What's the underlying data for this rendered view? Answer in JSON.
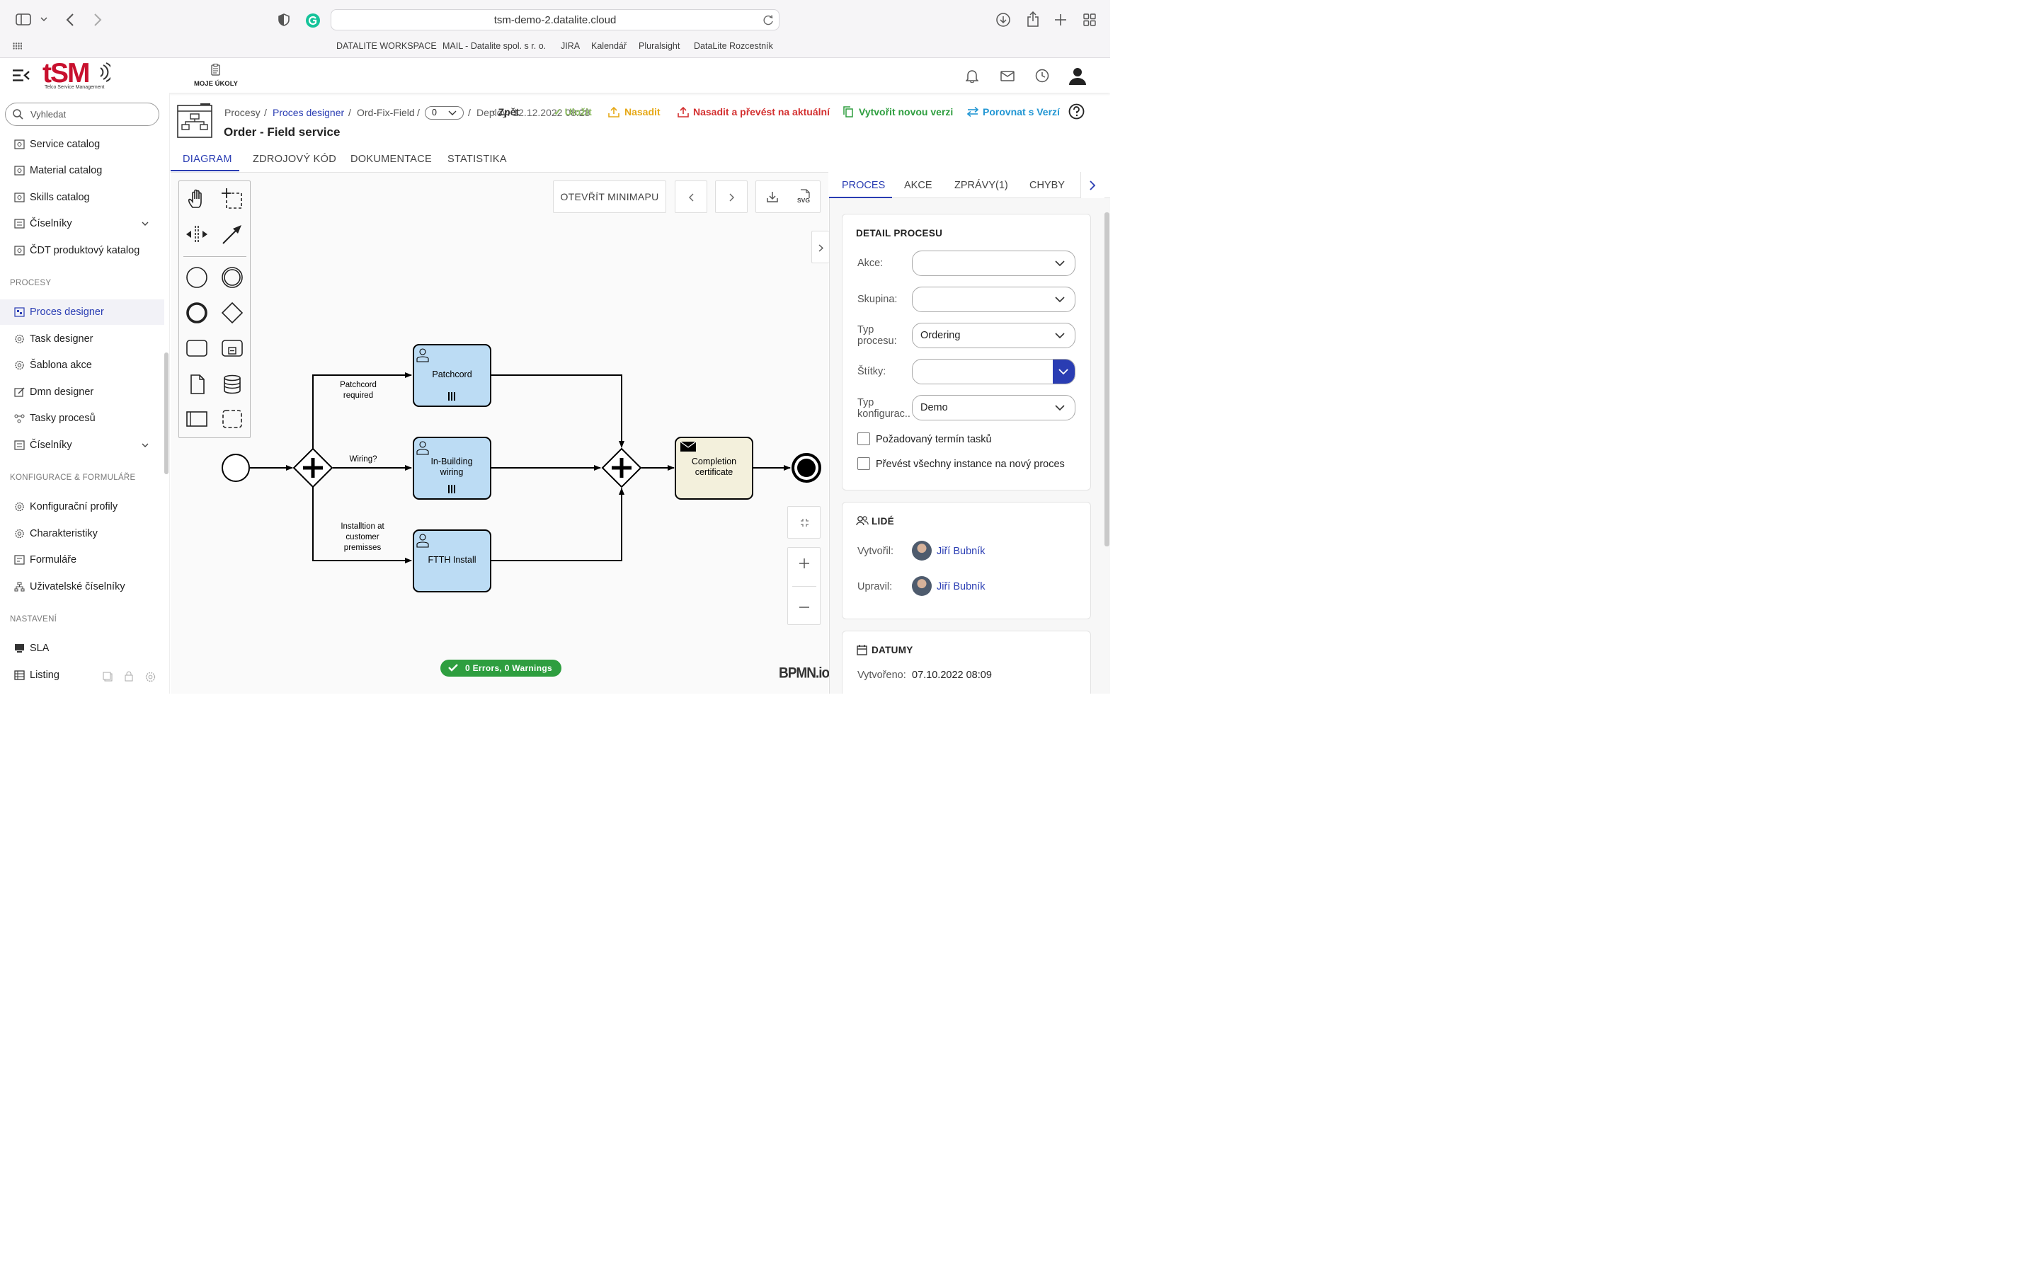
{
  "browser": {
    "url": "tsm-demo-2.datalite.cloud",
    "bookmarks": [
      "DATALITE WORKSPACE",
      "MAIL - Datalite spol. s r. o.",
      "JIRA",
      "Kalendář",
      "Pluralsight",
      "DataLite Rozcestník"
    ]
  },
  "header": {
    "logo_text": "tSM",
    "logo_sub": "Telco Service Management",
    "my_tasks_label": "MOJE ÚKOLY"
  },
  "sidebar": {
    "search_placeholder": "Vyhledat",
    "top_items": [
      "Service catalog",
      "Material catalog",
      "Skills catalog",
      "Číselníky",
      "ČDT produktový katalog"
    ],
    "section_procesy": "PROCESY",
    "procesy_items": [
      "Proces designer",
      "Task designer",
      "Šablona akce",
      "Dmn designer",
      "Tasky procesů",
      "Číselníky"
    ],
    "section_konfig": "KONFIGURACE & FORMULÁŘE",
    "konfig_items": [
      "Konfigurační profily",
      "Charakteristiky",
      "Formuláře",
      "Uživatelské číselníky"
    ],
    "section_nastaveni": "NASTAVENÍ",
    "nastaveni_items": [
      "SLA",
      "Listing"
    ]
  },
  "breadcrumb": {
    "procesy": "Procesy",
    "designer": "Proces designer",
    "code": "Ord-Fix-Field",
    "version": "0",
    "deploy": "Deploy: 12.12.2022 08:28",
    "back": "Zpět",
    "save": "Uložit"
  },
  "actions": {
    "deploy": "Nasadit",
    "deploy_convert": "Nasadit a převést na aktuální",
    "new_version": "Vytvořit novou verzi",
    "compare": "Porovnat s Verzí"
  },
  "page_title": "Order - Field service",
  "tabs": [
    "DIAGRAM",
    "ZDROJOVÝ KÓD",
    "DOKUMENTACE",
    "STATISTIKA"
  ],
  "canvas": {
    "minimap_button": "OTEVŘÍT MINIMAPU",
    "status": "0 Errors, 0 Warnings",
    "watermark": "BPMN.io",
    "svg_label": "SVG"
  },
  "diagram": {
    "tasks": [
      "Patchcord",
      "In-Building wiring",
      "FTTH Install",
      "Completion certificate"
    ],
    "flow_labels": [
      "Patchcord required",
      "Wiring?",
      "Installtion at customer premisses"
    ]
  },
  "right_panel": {
    "tabs": [
      "PROCES",
      "AKCE",
      "ZPRÁVY(1)",
      "CHYBY"
    ],
    "detail_title": "DETAIL PROCESU",
    "fields": [
      {
        "label": "Akce:",
        "value": ""
      },
      {
        "label": "Skupina:",
        "value": ""
      },
      {
        "label": "Typ procesu:",
        "value": "Ordering"
      },
      {
        "label": "Štítky:",
        "value": ""
      },
      {
        "label": "Typ konfigurac...",
        "value": "Demo"
      }
    ],
    "checkboxes": [
      "Požadovaný termín tasků",
      "Převést všechny instance na nový proces"
    ],
    "people_title": "LIDÉ",
    "created_by_label": "Vytvořil:",
    "created_by": "Jiří Bubník",
    "modified_by_label": "Upravil:",
    "modified_by": "Jiří Bubník",
    "dates_title": "DATUMY",
    "created_label": "Vytvořeno:",
    "created": "07.10.2022 08:09"
  },
  "colors": {
    "accent": "#2a3db3",
    "deploy": "#e6a817",
    "danger": "#d32f2f",
    "green": "#2e9e3f",
    "task_fill": "#bcdcf4",
    "message_fill": "#f3f0dc"
  }
}
